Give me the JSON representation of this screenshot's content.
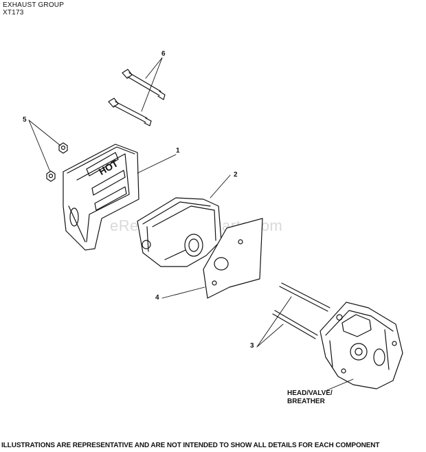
{
  "header": {
    "title": "EXHAUST GROUP",
    "code": "XT173"
  },
  "callouts": [
    "1",
    "2",
    "3",
    "4",
    "5",
    "6"
  ],
  "engine_label": [
    "HEAD/VALVE/",
    "BREATHER"
  ],
  "watermark": "eReplacementParts.com",
  "footer": "ILLUSTRATIONS ARE REPRESENTATIVE AND ARE NOT INTENDED TO SHOW ALL DETAILS FOR EACH COMPONENT"
}
